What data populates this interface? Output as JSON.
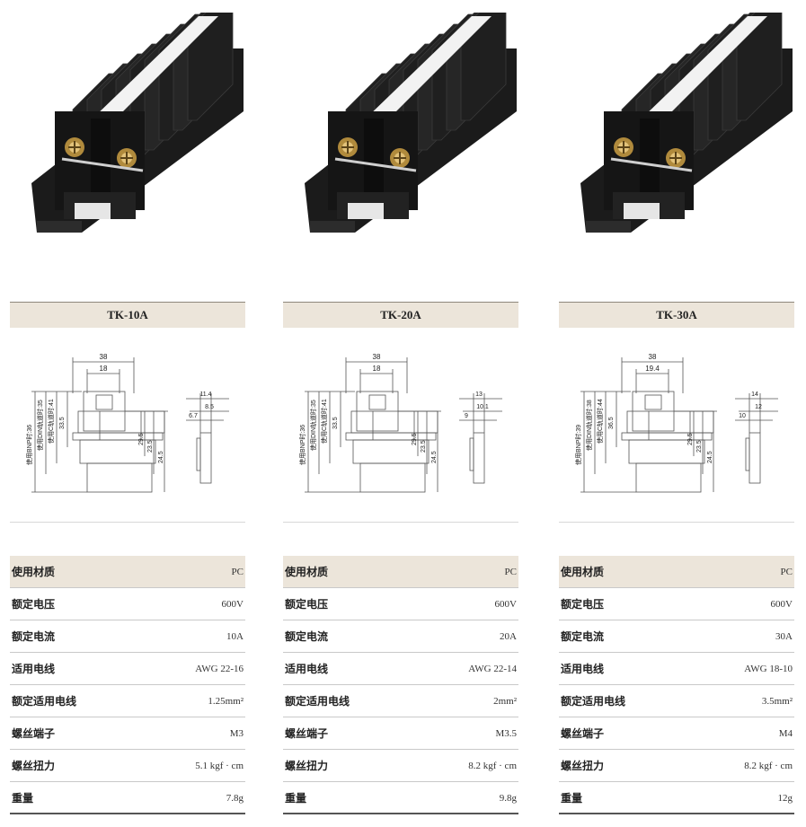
{
  "products": [
    {
      "model": "TK-10A",
      "dims": {
        "top_outer": "38",
        "top_inner": "18",
        "left_a": "使用BNP时:36",
        "left_b": "使用DIN轨道时:35",
        "left_c": "使用C轨道时:41",
        "left_d": "33.5",
        "right_a": "29.5",
        "right_b": "23.5",
        "right_c": "24.5",
        "side_1": "11.4",
        "side_2": "8.5",
        "side_3": "6.7"
      },
      "specs": [
        {
          "label": "使用材质",
          "value": "PC"
        },
        {
          "label": "额定电压",
          "value": "600V"
        },
        {
          "label": "额定电流",
          "value": "10A"
        },
        {
          "label": "适用电线",
          "value": "AWG 22-16"
        },
        {
          "label": "额定适用电线",
          "value": "1.25mm²"
        },
        {
          "label": "螺丝端子",
          "value": "M3"
        },
        {
          "label": "螺丝扭力",
          "value": "5.1 kgf · cm"
        },
        {
          "label": "重量",
          "value": "7.8g"
        }
      ]
    },
    {
      "model": "TK-20A",
      "dims": {
        "top_outer": "38",
        "top_inner": "18",
        "left_a": "使用BNP时:36",
        "left_b": "使用DIN轨道时:35",
        "left_c": "使用C轨道时:41",
        "left_d": "33.5",
        "right_a": "29.5",
        "right_b": "23.5",
        "right_c": "24.5",
        "side_1": "13",
        "side_2": "10.1",
        "side_3": "9"
      },
      "specs": [
        {
          "label": "使用材质",
          "value": "PC"
        },
        {
          "label": "额定电压",
          "value": "600V"
        },
        {
          "label": "额定电流",
          "value": "20A"
        },
        {
          "label": "适用电线",
          "value": "AWG 22-14"
        },
        {
          "label": "额定适用电线",
          "value": "2mm²"
        },
        {
          "label": "螺丝端子",
          "value": "M3.5"
        },
        {
          "label": "螺丝扭力",
          "value": "8.2 kgf · cm"
        },
        {
          "label": "重量",
          "value": "9.8g"
        }
      ]
    },
    {
      "model": "TK-30A",
      "dims": {
        "top_outer": "38",
        "top_inner": "19.4",
        "left_a": "使用BNP时:39",
        "left_b": "使用DIN轨道时:38",
        "left_c": "使用C轨道时:44",
        "left_d": "36.5",
        "right_a": "29.5",
        "right_b": "23.5",
        "right_c": "24.5",
        "side_1": "14",
        "side_2": "12",
        "side_3": "10"
      },
      "specs": [
        {
          "label": "使用材质",
          "value": "PC"
        },
        {
          "label": "额定电压",
          "value": "600V"
        },
        {
          "label": "额定电流",
          "value": "30A"
        },
        {
          "label": "适用电线",
          "value": "AWG 18-10"
        },
        {
          "label": "额定适用电线",
          "value": "3.5mm²"
        },
        {
          "label": "螺丝端子",
          "value": "M4"
        },
        {
          "label": "螺丝扭力",
          "value": "8.2 kgf · cm"
        },
        {
          "label": "重量",
          "value": "12g"
        }
      ]
    }
  ]
}
